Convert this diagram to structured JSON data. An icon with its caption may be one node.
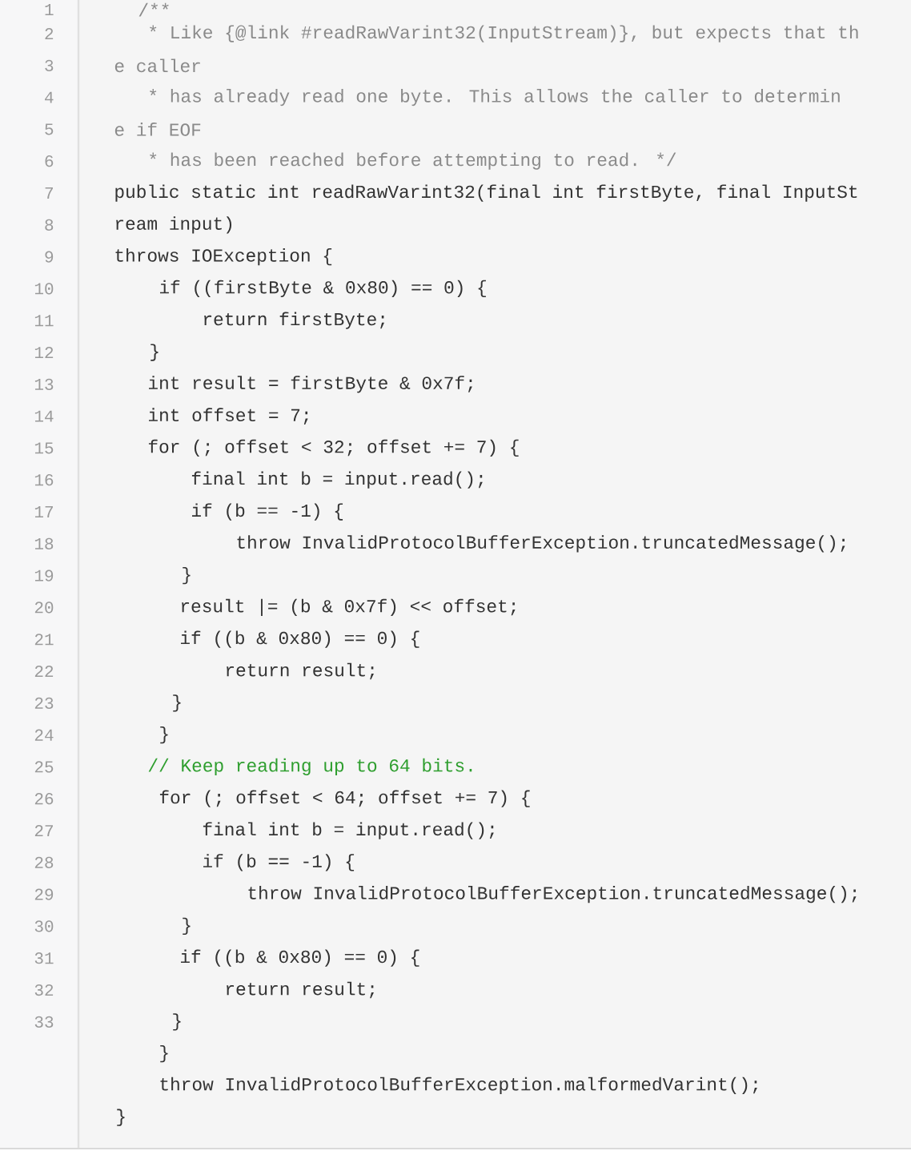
{
  "diagram": {
    "labels": [
      "1",
      "/**",
      "2",
      "* Like {@link #readRawVarint32(InputStream)}, but expects that th",
      "3",
      "e caller",
      "4",
      "* has already read one byte.  This allows the caller to determin",
      "5",
      "e if EOF",
      "6",
      "* has been reached before attempting to read.   */",
      "7",
      "public static int readRawVarint32(final int firstByte, final InputSt",
      "8",
      "ream input)",
      "9",
      "throws IOException {",
      "10",
      "if ((firstByte & 0x80) == 0) {",
      "11",
      "return firstByte;",
      "12",
      "}",
      "13",
      "int result = firstByte & 0x7f;",
      "14",
      "int offset = 7;",
      "15",
      "for (; offset < 32; offset += 7) {",
      "16",
      "final int b = input.read();",
      "17",
      "if (b == -1) {",
      "18",
      "throw InvalidProtocolBufferException.truncatedMessage();",
      "19",
      "}",
      "20",
      "result |= (b & 0x7f) << offset;",
      "21",
      "if ((b & 0x80) == 0) {",
      "22",
      "return result;",
      "23",
      "}",
      "24",
      "}",
      "25",
      "// Keep reading up to 64 bits.",
      "26",
      "for (; offset < 64; offset += 7) {",
      "27",
      "final int b = input.read();",
      "28",
      "if (b == -1) {",
      "29",
      "throw InvalidProtocolBufferException.truncatedMessage();",
      "30",
      "}",
      "31",
      "if ((b & 0x80) == 0) {",
      "32",
      "return result;",
      "33",
      "}",
      "}",
      "throw InvalidProtocolBufferException.malformedVarint();",
      "}"
    ]
  }
}
